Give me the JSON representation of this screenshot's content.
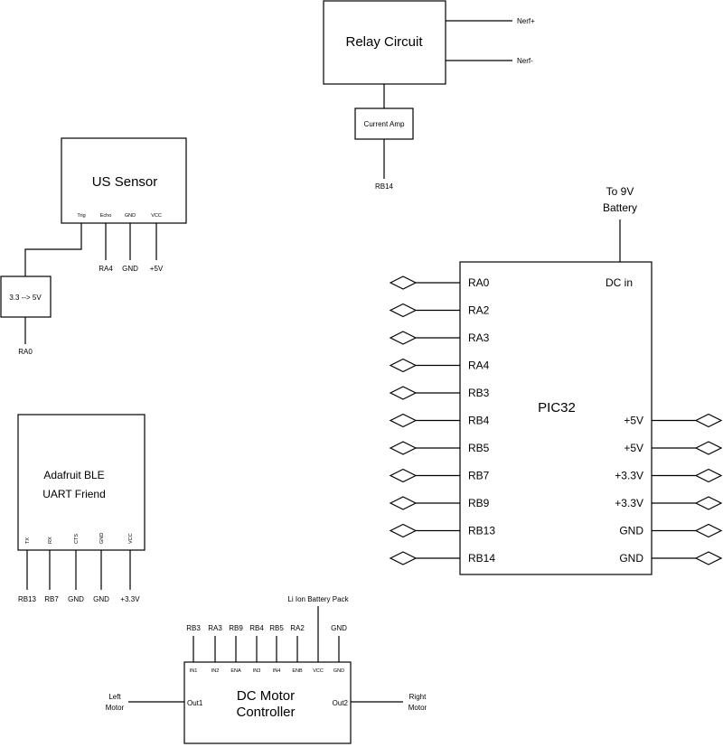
{
  "relay": {
    "title": "Relay Circuit",
    "outputs": [
      "Nerf+",
      "Nerf-"
    ],
    "amp_label": "Current Amp",
    "amp_input": "RB14"
  },
  "us_sensor": {
    "title": "US Sensor",
    "pins": [
      "Trig",
      "Echo",
      "GND",
      "VCC"
    ],
    "connections": [
      "RA4",
      "GND",
      "+5V"
    ],
    "level_shifter": "3.3 --> 5V",
    "shifter_output": "RA0"
  },
  "ble": {
    "title_line1": "Adafruit BLE",
    "title_line2": "UART Friend",
    "pins": [
      "TX",
      "RX",
      "CTS",
      "GND",
      "VCC"
    ],
    "connections": [
      "RB13",
      "RB7",
      "GND",
      "GND",
      "+3.3V"
    ]
  },
  "pic32": {
    "title": "PIC32",
    "power_label_line1": "To 9V",
    "power_label_line2": "Battery",
    "dc_in": "DC in",
    "left_pins": [
      "RA0",
      "RA2",
      "RA3",
      "RA4",
      "RB3",
      "RB4",
      "RB5",
      "RB7",
      "RB9",
      "RB13",
      "RB14"
    ],
    "right_pins": [
      "+5V",
      "+5V",
      "+3.3V",
      "+3.3V",
      "GND",
      "GND"
    ]
  },
  "motor": {
    "title_line1": "DC Motor",
    "title_line2": "Controller",
    "pins": [
      "IN1",
      "IN2",
      "ENA",
      "IN3",
      "IN4",
      "ENB",
      "VCC",
      "GND"
    ],
    "connections": [
      "RB3",
      "RA3",
      "RB9",
      "RB4",
      "RB5",
      "RA2"
    ],
    "gnd_label": "GND",
    "battery_label": "Li Ion Battery Pack",
    "out1": "Out1",
    "out2": "Out2",
    "left_motor_line1": "Left",
    "left_motor_line2": "Motor",
    "right_motor_line1": "Right",
    "right_motor_line2": "Motor"
  }
}
